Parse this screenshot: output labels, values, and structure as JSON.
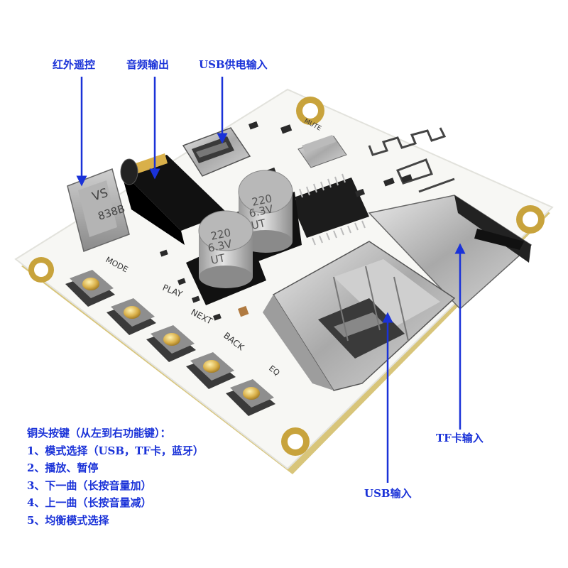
{
  "labels": {
    "ir_remote": "红外遥控",
    "audio_out": "音频输出",
    "usb_power": "USB供电输入",
    "tf_card": "TF卡输入",
    "usb_in": "USB输入"
  },
  "legend": {
    "title": "铜头按键（从左到右功能键）：",
    "items": [
      "1、模式选择（USB，TF卡，蓝牙）",
      "2、播放、暂停",
      "3、下一曲（长按音量加）",
      "4、上一曲（长按音量减）",
      "5、均衡模式选择"
    ]
  },
  "board": {
    "silkscreen": {
      "mode": "MODE",
      "play": "PLAY",
      "next": "NEXT",
      "back": "BACK",
      "eq": "EQ",
      "mute": "MUTE"
    },
    "capacitor_1": {
      "line1": "220",
      "line2": "6.3V",
      "line3": "UT"
    },
    "capacitor_2": {
      "line1": "220",
      "line2": "6.3V",
      "line3": "UT"
    },
    "ir_receiver": {
      "line1": "VS",
      "line2": "838B"
    }
  },
  "colors": {
    "annotation": "#1a32d8",
    "pcb": "#f7f7f4",
    "pcb_edge": "#d8c57a",
    "gold": "#d9b04a"
  }
}
